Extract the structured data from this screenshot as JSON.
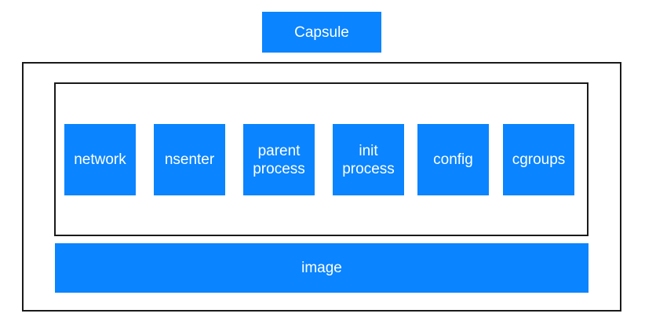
{
  "colors": {
    "box_fill": "#0a84ff",
    "box_text": "#ffffff",
    "frame_border": "#1a1a1a",
    "background": "#ffffff"
  },
  "capsule": {
    "label": "Capsule"
  },
  "components": [
    {
      "label": "network"
    },
    {
      "label": "nsenter"
    },
    {
      "label": "parent\nprocess"
    },
    {
      "label": "init\nprocess"
    },
    {
      "label": "config"
    },
    {
      "label": "cgroups"
    }
  ],
  "image": {
    "label": "image"
  }
}
